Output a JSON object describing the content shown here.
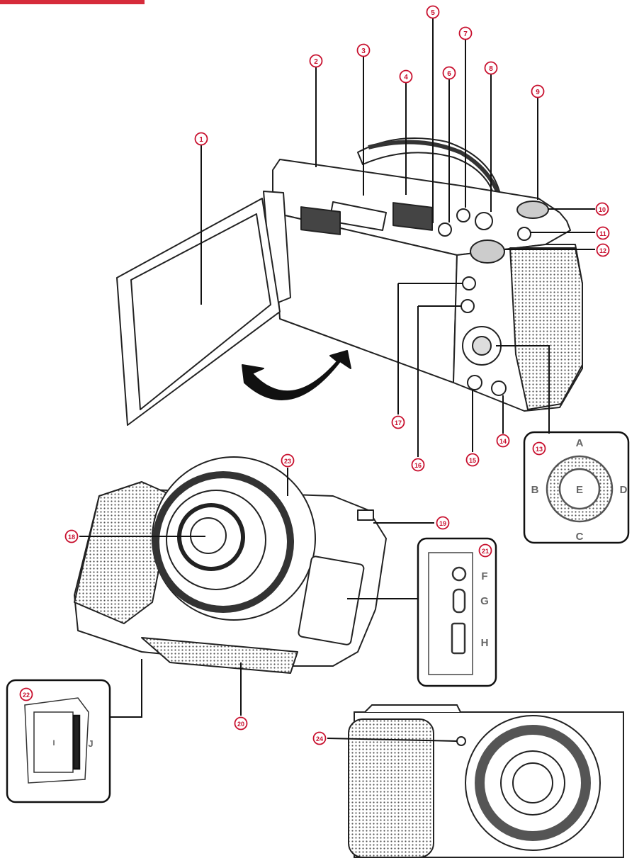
{
  "colors": {
    "accent": "#d62b3b",
    "line": "#222222",
    "callout_number": "#c8102e"
  },
  "callouts": [
    {
      "id": "c1",
      "text": "1"
    },
    {
      "id": "c2",
      "text": "2"
    },
    {
      "id": "c3",
      "text": "3"
    },
    {
      "id": "c4",
      "text": "4"
    },
    {
      "id": "c5",
      "text": "5"
    },
    {
      "id": "c6",
      "text": "6"
    },
    {
      "id": "c7",
      "text": "7"
    },
    {
      "id": "c8",
      "text": "8"
    },
    {
      "id": "c9",
      "text": "9"
    },
    {
      "id": "c10",
      "text": "10"
    },
    {
      "id": "c11",
      "text": "11"
    },
    {
      "id": "c12",
      "text": "12"
    },
    {
      "id": "c13",
      "text": "13"
    },
    {
      "id": "c14",
      "text": "14"
    },
    {
      "id": "c15",
      "text": "15"
    },
    {
      "id": "c16",
      "text": "16"
    },
    {
      "id": "c17",
      "text": "17"
    },
    {
      "id": "c18",
      "text": "18"
    },
    {
      "id": "c19",
      "text": "19"
    },
    {
      "id": "c20",
      "text": "20"
    },
    {
      "id": "c21",
      "text": "21"
    },
    {
      "id": "c22",
      "text": "22"
    },
    {
      "id": "c23",
      "text": "23"
    },
    {
      "id": "c24",
      "text": "24"
    }
  ],
  "dial_letters": {
    "a": "A",
    "b": "B",
    "c": "C",
    "d": "D",
    "e": "E"
  },
  "port_letters": {
    "f": "F",
    "g": "G",
    "h": "H"
  },
  "battery_letters": {
    "i": "I",
    "j": "J"
  }
}
